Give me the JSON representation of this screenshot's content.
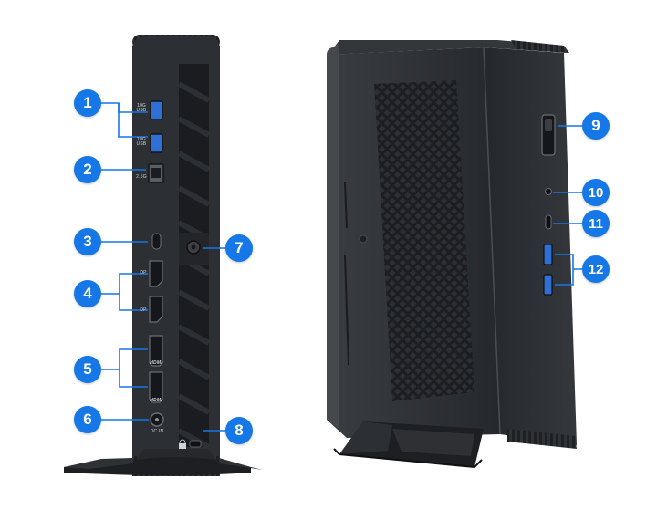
{
  "colors": {
    "callout_blue": "#1677e6",
    "leader_blue": "#1677e6",
    "chassis": "#2c2f33",
    "chassis_edge": "#3b3f44",
    "port_blue": "#2f6fd6"
  },
  "callouts": [
    {
      "id": "c1",
      "number": "1"
    },
    {
      "id": "c2",
      "number": "2"
    },
    {
      "id": "c3",
      "number": "3"
    },
    {
      "id": "c4",
      "number": "4"
    },
    {
      "id": "c5",
      "number": "5"
    },
    {
      "id": "c6",
      "number": "6"
    },
    {
      "id": "c7",
      "number": "7"
    },
    {
      "id": "c8",
      "number": "8"
    },
    {
      "id": "c9",
      "number": "9"
    },
    {
      "id": "c10",
      "number": "10"
    },
    {
      "id": "c11",
      "number": "11"
    },
    {
      "id": "c12",
      "number": "12"
    }
  ],
  "port_labels": {
    "usb_top": "10G USB",
    "usb_bottom": "10G USB",
    "lan": "2.5G",
    "dp_top": "DP",
    "dp_bottom": "DP",
    "hdmi_top": "HDMI",
    "hdmi_bottom": "HDMI",
    "dcin": "DC IN"
  }
}
